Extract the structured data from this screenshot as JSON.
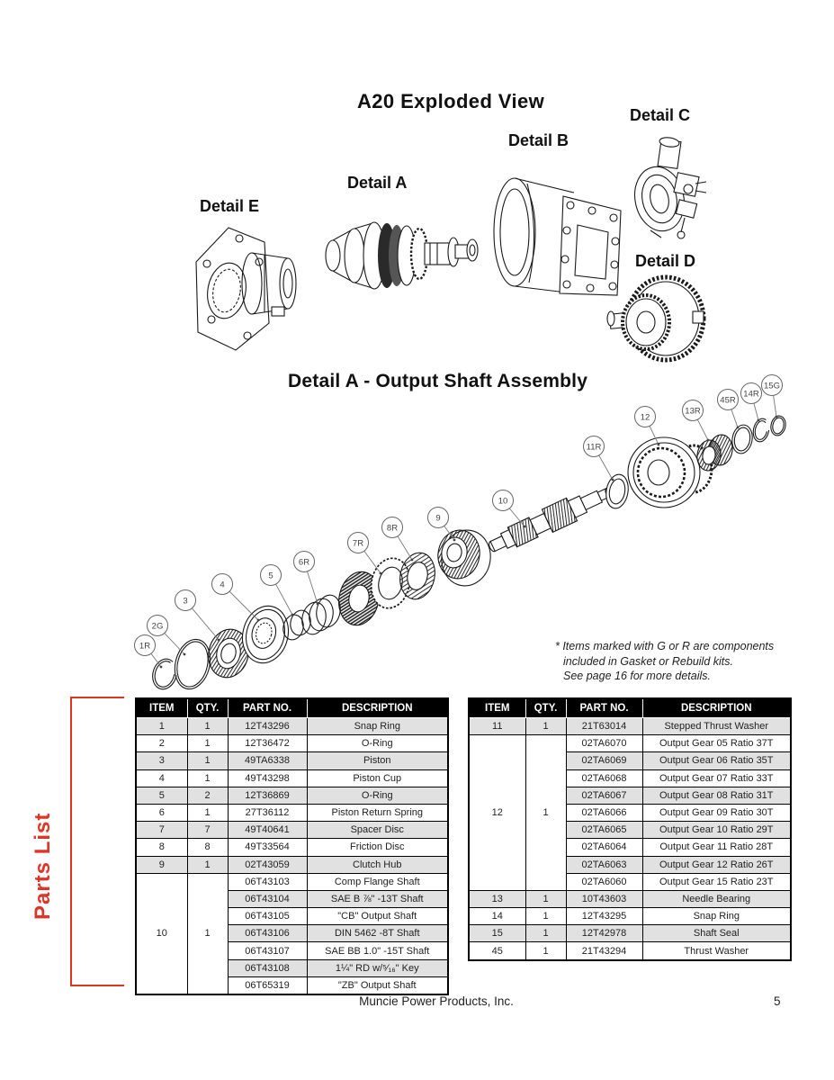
{
  "page_title": "A20 Exploded View",
  "section_title": "Detail A - Output Shaft Assembly",
  "sidebar": {
    "label": "Parts List"
  },
  "details": [
    {
      "label": "Detail C"
    },
    {
      "label": "Detail B"
    },
    {
      "label": "Detail A"
    },
    {
      "label": "Detail E"
    },
    {
      "label": "Detail D"
    }
  ],
  "note": {
    "lines": [
      "* Items marked with G or R are components",
      "included in Gasket or Rebuild kits.",
      "See page 16 for more details."
    ]
  },
  "callouts": {
    "labels": [
      "1R",
      "2G",
      "3",
      "4",
      "5",
      "6R",
      "7R",
      "8R",
      "9",
      "10",
      "11R",
      "12",
      "13R",
      "45R",
      "14R",
      "15G"
    ]
  },
  "parts_table": {
    "headers": [
      "ITEM",
      "QTY.",
      "PART NO.",
      "DESCRIPTION"
    ],
    "left_rows": [
      {
        "item": "1",
        "qty": "1",
        "part": "12T43296",
        "desc": "Snap Ring"
      },
      {
        "item": "2",
        "qty": "1",
        "part": "12T36472",
        "desc": "O-Ring"
      },
      {
        "item": "3",
        "qty": "1",
        "part": "49TA6338",
        "desc": "Piston"
      },
      {
        "item": "4",
        "qty": "1",
        "part": "49T43298",
        "desc": "Piston Cup"
      },
      {
        "item": "5",
        "qty": "2",
        "part": "12T36869",
        "desc": "O-Ring"
      },
      {
        "item": "6",
        "qty": "1",
        "part": "27T36112",
        "desc": "Piston Return Spring"
      },
      {
        "item": "7",
        "qty": "7",
        "part": "49T40641",
        "desc": "Spacer Disc"
      },
      {
        "item": "8",
        "qty": "8",
        "part": "49T33564",
        "desc": "Friction Disc"
      },
      {
        "item": "9",
        "qty": "1",
        "part": "02T43059",
        "desc": "Clutch Hub"
      },
      {
        "item": "10",
        "qty": "1",
        "span": 7,
        "part": "06T43103",
        "desc": "Comp Flange Shaft"
      },
      {
        "part": "06T43104",
        "desc": "SAE B ⅞\" -13T Shaft"
      },
      {
        "part": "06T43105",
        "desc": "\"CB\" Output Shaft"
      },
      {
        "part": "06T43106",
        "desc": "DIN 5462 -8T Shaft"
      },
      {
        "part": "06T43107",
        "desc": "SAE BB 1.0\" -15T Shaft"
      },
      {
        "part": "06T43108",
        "desc": "1¼\" RD w/⁵⁄₁₆\" Key"
      },
      {
        "part": "06T65319",
        "desc": "\"ZB\" Output Shaft"
      }
    ],
    "right_rows": [
      {
        "item": "11",
        "qty": "1",
        "part": "21T63014",
        "desc": "Stepped Thrust Washer"
      },
      {
        "item": "12",
        "qty": "1",
        "span": 9,
        "part": "02TA6070",
        "desc": "Output Gear 05 Ratio 37T"
      },
      {
        "part": "02TA6069",
        "desc": "Output Gear 06 Ratio 35T"
      },
      {
        "part": "02TA6068",
        "desc": "Output Gear 07 Ratio 33T"
      },
      {
        "part": "02TA6067",
        "desc": "Output Gear 08 Ratio 31T"
      },
      {
        "part": "02TA6066",
        "desc": "Output Gear 09 Ratio 30T"
      },
      {
        "part": "02TA6065",
        "desc": "Output Gear 10 Ratio 29T"
      },
      {
        "part": "02TA6064",
        "desc": "Output Gear 11 Ratio 28T"
      },
      {
        "part": "02TA6063",
        "desc": "Output Gear 12 Ratio 26T"
      },
      {
        "part": "02TA6060",
        "desc": "Output Gear 15 Ratio 23T"
      },
      {
        "item": "13",
        "qty": "1",
        "part": "10T43603",
        "desc": "Needle Bearing"
      },
      {
        "item": "14",
        "qty": "1",
        "part": "12T43295",
        "desc": "Snap Ring"
      },
      {
        "item": "15",
        "qty": "1",
        "part": "12T42978",
        "desc": "Shaft Seal"
      },
      {
        "item": "45",
        "qty": "1",
        "part": "21T43294",
        "desc": "Thrust Washer"
      }
    ]
  },
  "footer": {
    "company": "Muncie Power Products, Inc.",
    "page_number": "5"
  },
  "colors": {
    "accent_red": "#dd3526",
    "table_header_bg": "#000000",
    "table_row_alt": "#e1e1e1"
  }
}
